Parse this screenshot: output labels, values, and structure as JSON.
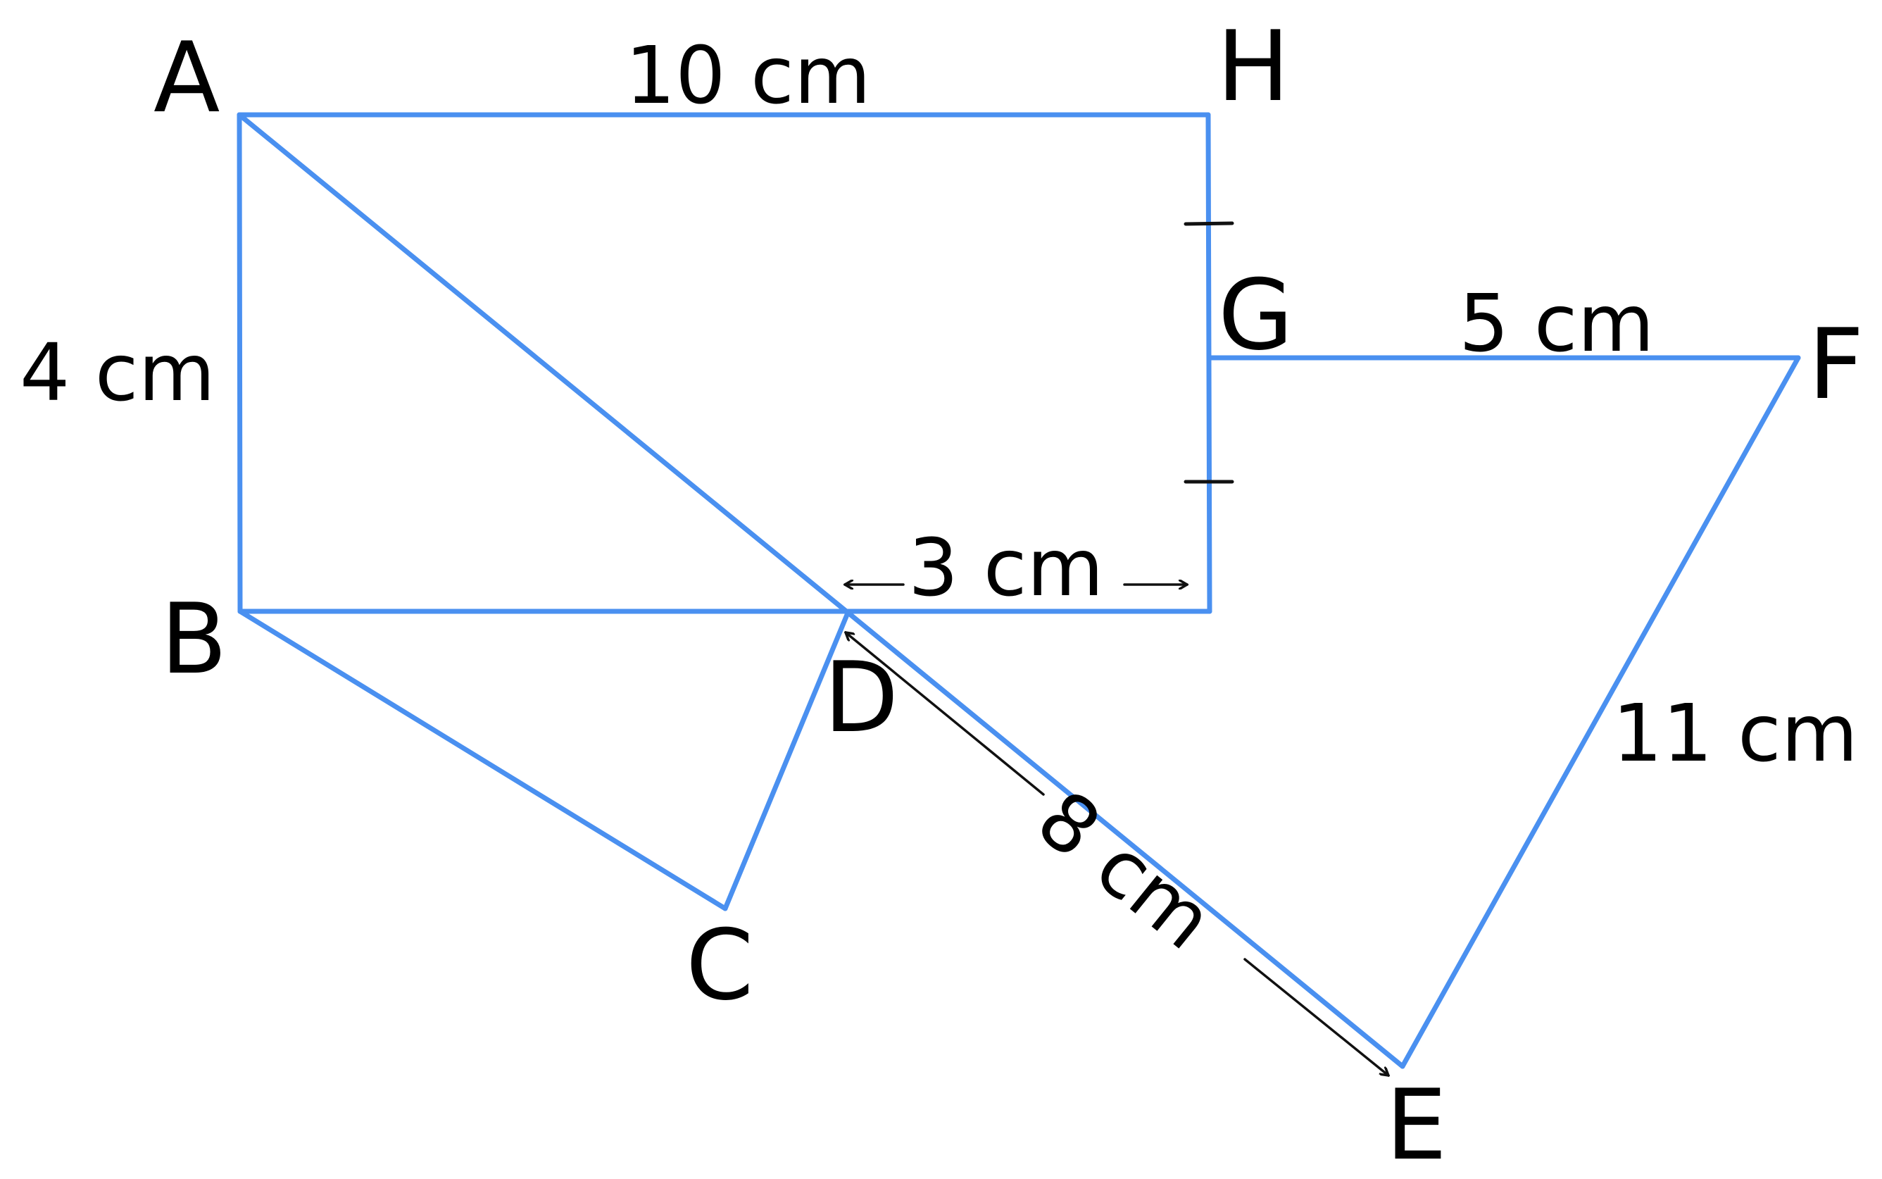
{
  "colors": {
    "edge": "#4a90f0",
    "text": "#000000",
    "background": "#ffffff"
  },
  "vertices": {
    "A": "A",
    "B": "B",
    "C": "C",
    "D": "D",
    "E": "E",
    "F": "F",
    "G": "G",
    "H": "H"
  },
  "measurements": {
    "AH": "10 cm",
    "AB": "4 cm",
    "GF": "5 cm",
    "DH_horizontal": "3 cm",
    "DE": "8 cm",
    "EF": "11 cm"
  },
  "marks": {
    "equal_segments": [
      "HG",
      "G-to-bottom"
    ]
  }
}
